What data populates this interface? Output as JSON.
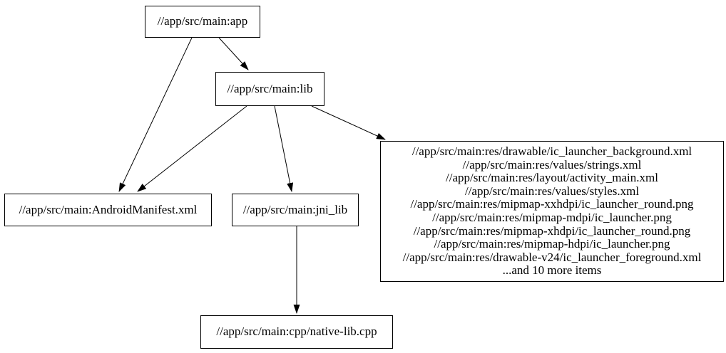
{
  "diagram": {
    "kind": "build-dependency-graph",
    "colors": {
      "background": "#ffffff",
      "node_fill": "#ffffff",
      "node_border": "#000000",
      "edge": "#000000",
      "text": "#000000"
    },
    "nodes": {
      "app": {
        "label": "//app/src/main:app"
      },
      "lib": {
        "label": "//app/src/main:lib"
      },
      "manifest": {
        "label": "//app/src/main:AndroidManifest.xml"
      },
      "jni_lib": {
        "label": "//app/src/main:jni_lib"
      },
      "native_lib": {
        "label": "//app/src/main:cpp/native-lib.cpp"
      },
      "res_group": {
        "lines": [
          "//app/src/main:res/drawable/ic_launcher_background.xml",
          "//app/src/main:res/values/strings.xml",
          "//app/src/main:res/layout/activity_main.xml",
          "//app/src/main:res/values/styles.xml",
          "//app/src/main:res/mipmap-xxhdpi/ic_launcher_round.png",
          "//app/src/main:res/mipmap-mdpi/ic_launcher.png",
          "//app/src/main:res/mipmap-xhdpi/ic_launcher_round.png",
          "//app/src/main:res/mipmap-hdpi/ic_launcher.png",
          "//app/src/main:res/drawable-v24/ic_launcher_foreground.xml",
          "...and 10 more items"
        ]
      }
    },
    "edges": [
      {
        "from": "//app/src/main:app",
        "to": "//app/src/main:lib"
      },
      {
        "from": "//app/src/main:app",
        "to": "//app/src/main:AndroidManifest.xml"
      },
      {
        "from": "//app/src/main:lib",
        "to": "//app/src/main:AndroidManifest.xml"
      },
      {
        "from": "//app/src/main:lib",
        "to": "//app/src/main:jni_lib"
      },
      {
        "from": "//app/src/main:lib",
        "to": "res_group"
      },
      {
        "from": "//app/src/main:jni_lib",
        "to": "//app/src/main:cpp/native-lib.cpp"
      }
    ]
  }
}
